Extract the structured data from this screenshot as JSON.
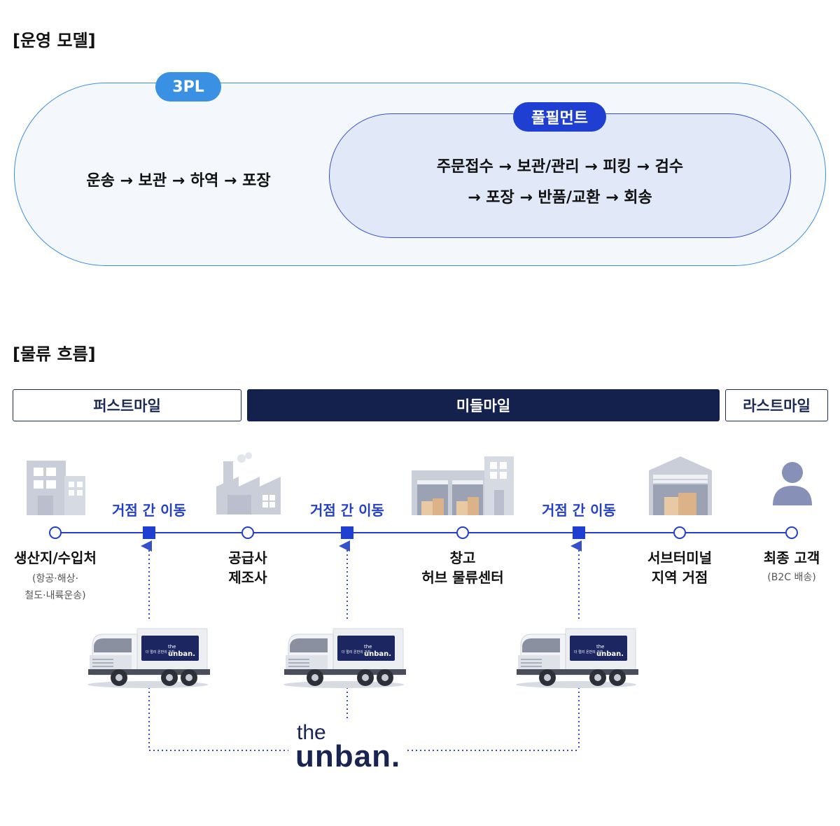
{
  "operations": {
    "title": "[운영 모델]",
    "outer_badge": "3PL",
    "inner_badge": "풀필먼트",
    "outer_flow": "운송 → 보관 → 하역 → 포장",
    "inner_flow_line1": "주문접수 → 보관/관리 → 피킹 → 검수",
    "inner_flow_line2": "→ 포장 → 반품/교환 → 회송"
  },
  "logistics": {
    "title": "[물류 흐름]",
    "miles": {
      "first": "퍼스트마일",
      "middle": "미들마일",
      "last": "라스트마일"
    },
    "transfer_label": "거점 간 이동",
    "nodes": [
      {
        "line1": "생산지/수입처",
        "sub1": "(항공·해상·",
        "sub2": "철도·내륙운송)"
      },
      {
        "line1": "공급사",
        "line2": "제조사"
      },
      {
        "line1": "창고",
        "line2": "허브 물류센터"
      },
      {
        "line1": "서브터미널",
        "line2": "지역 거점"
      },
      {
        "line1": "최종 고객",
        "sub1": "(B2C 배송)"
      }
    ],
    "truck": {
      "brand_small": "the",
      "brand_big": "unban.",
      "tagline": "더 멀리 온반의 가치"
    },
    "logo": {
      "small": "the",
      "big": "unban."
    }
  },
  "colors": {
    "outer_border": "#3d8de0",
    "inner_border": "#3551c9",
    "badge_3pl": "#3a90e3",
    "badge_fulfillment": "#1f3fd3",
    "middle_mile": "#14214d",
    "timeline": "#2540c8",
    "icon_gray": "#c9ced9",
    "brand_navy": "#1a2452"
  },
  "icons": [
    "building-icon",
    "factory-icon",
    "warehouse-icon",
    "terminal-icon",
    "person-icon",
    "truck-icon"
  ]
}
